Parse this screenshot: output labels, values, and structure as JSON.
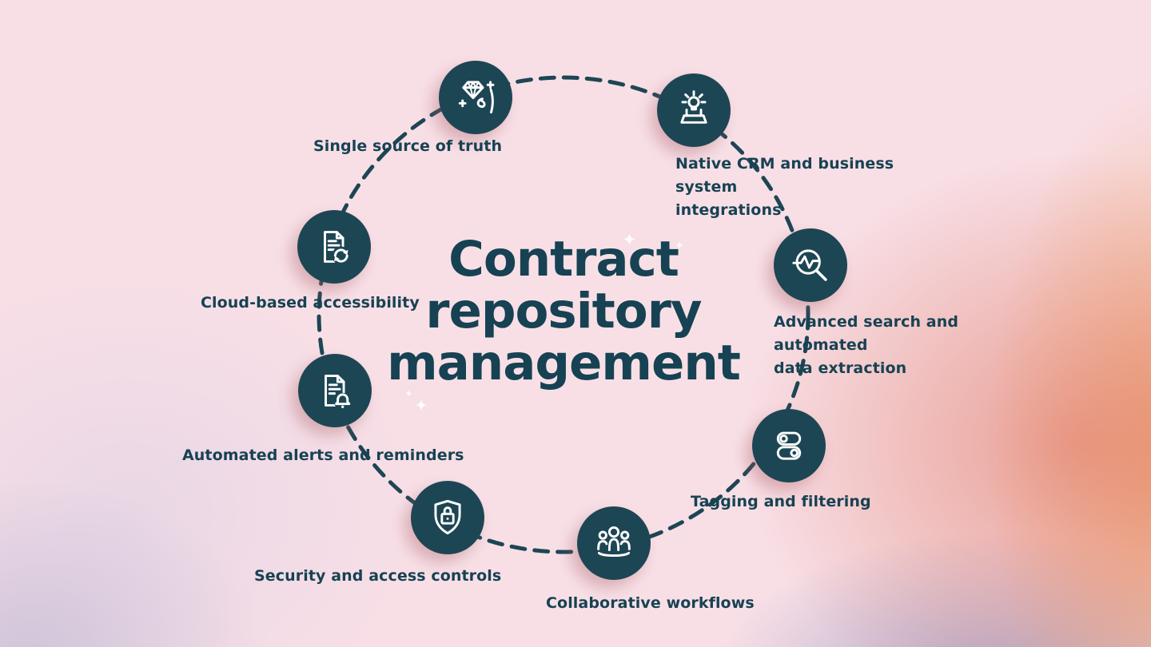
{
  "title": {
    "lines": [
      "Contract",
      "repository",
      "management"
    ]
  },
  "nodes": [
    {
      "id": "single-source-of-truth",
      "icon": "hand-diamond-icon",
      "lines": [
        "Single source of truth"
      ]
    },
    {
      "id": "native-crm-integrations",
      "icon": "laptop-idea-icon",
      "lines": [
        "Native CRM and business system",
        "integrations"
      ]
    },
    {
      "id": "advanced-search",
      "icon": "search-pulse-icon",
      "lines": [
        "Advanced search and automated",
        "data extraction"
      ]
    },
    {
      "id": "tagging-and-filtering",
      "icon": "toggle-switches-icon",
      "lines": [
        "Tagging and filtering"
      ]
    },
    {
      "id": "collaborative-workflows",
      "icon": "team-icon",
      "lines": [
        "Collaborative workflows"
      ]
    },
    {
      "id": "security-access-controls",
      "icon": "shield-lock-icon",
      "lines": [
        "Security and access controls"
      ]
    },
    {
      "id": "automated-alerts",
      "icon": "document-bell-icon",
      "lines": [
        "Automated alerts and reminders"
      ]
    },
    {
      "id": "cloud-accessibility",
      "icon": "document-sync-icon",
      "lines": [
        "Cloud-based accessibility"
      ]
    }
  ],
  "colors": {
    "ink": "#174253",
    "node_fill": "#1d4654",
    "icon_stroke": "#ffffff",
    "background_pink": "#f8dfe6",
    "coral_glow": "#dd7058",
    "orange_glow": "#ee9646",
    "periwinkle_glow": "#8c96c2"
  }
}
